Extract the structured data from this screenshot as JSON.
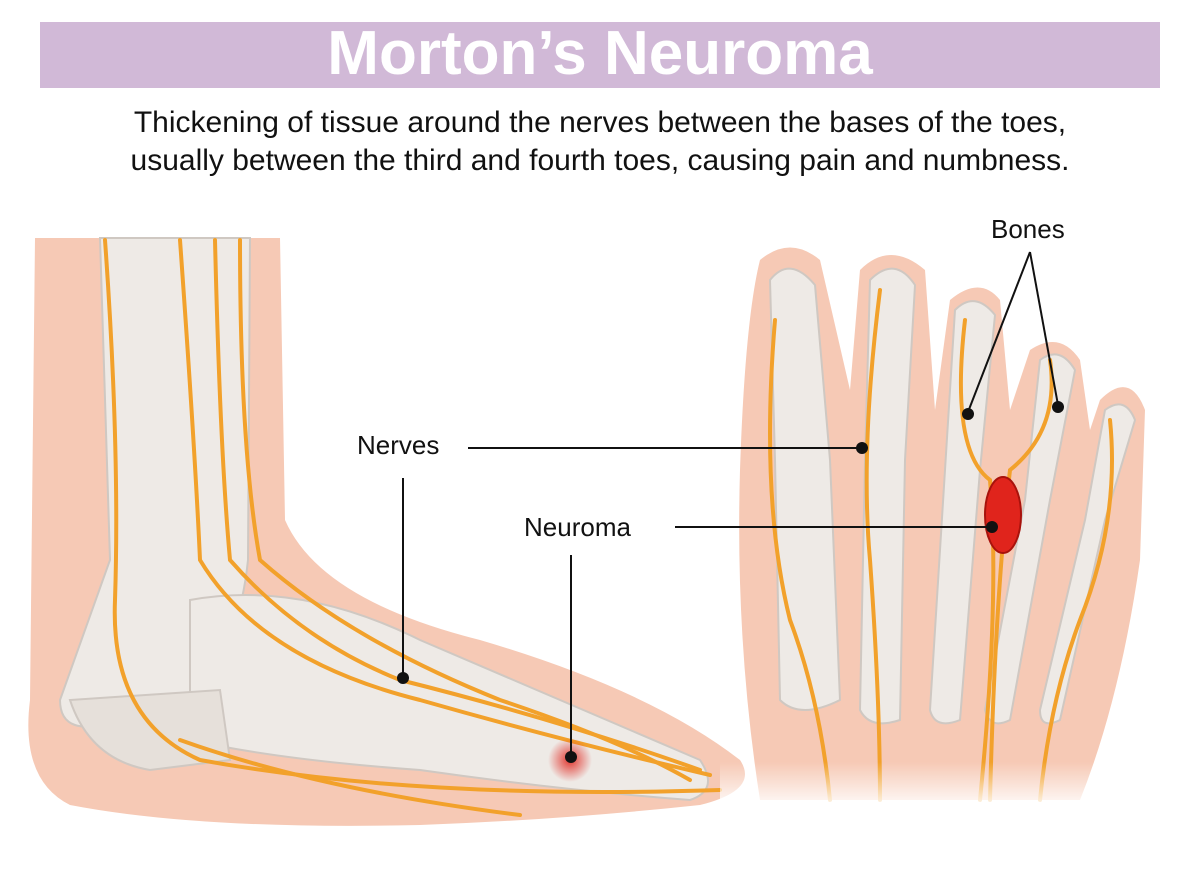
{
  "title": "Morton’s Neuroma",
  "description": {
    "line1": "Thickening of tissue around the nerves between the bases of the toes,",
    "line2": "usually between the third and fourth toes, causing pain and numbness."
  },
  "labels": {
    "bones": "Bones",
    "nerves": "Nerves",
    "neuroma": "Neuroma"
  },
  "colors": {
    "banner": "#d1b9d7",
    "skin": "#f6c9b5",
    "bone": "#eeeae6",
    "nerve": "#f2a12b",
    "neuroma": "#e0241c"
  }
}
